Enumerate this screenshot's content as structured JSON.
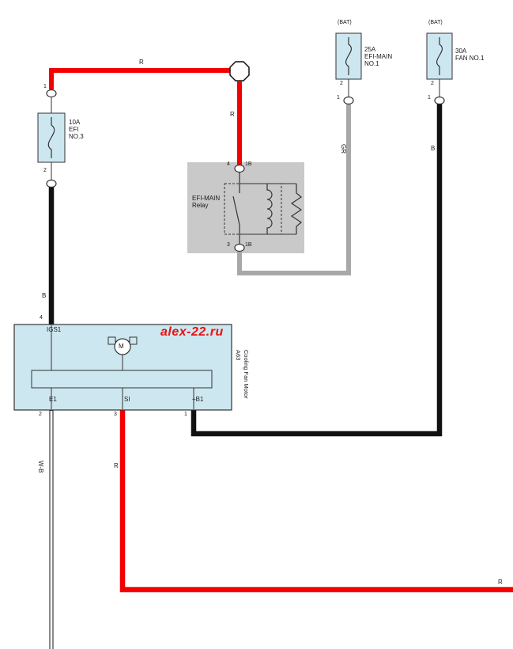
{
  "colors": {
    "wire_red": "#f30000",
    "wire_black": "#111111",
    "wire_gray": "#a8a8a8",
    "box_fill": "#cde7f0",
    "relay_fill": "#c9c9c9",
    "symbol_stroke": "#333333",
    "watermark_red": "#ee0f0f",
    "label": "#1a1a1a"
  },
  "watermark": {
    "text": "alex-22.ru"
  },
  "wires": {
    "top_red_label": "R",
    "relay_feed_label": "R",
    "efi3_out_label": "B",
    "relay_out_label": "GR",
    "fan_fuse_out_label": "B",
    "ground_label": "W-B",
    "si_label": "R",
    "bottom_label": "R"
  },
  "fuse_efi3": {
    "pin_top": "1",
    "lines": [
      "10A",
      "EFI",
      "NO.3"
    ],
    "pin_bottom": "2"
  },
  "fuse_efi_main": {
    "bat": "(BAT)",
    "lines": [
      "25A",
      "EFI-MAIN",
      "NO.1"
    ],
    "pin_top": "2",
    "pin_bottom": "1"
  },
  "fuse_fan": {
    "bat": "(BAT)",
    "lines": [
      "30A",
      "FAN NO.1"
    ],
    "pin_top": "2",
    "pin_bottom": "1"
  },
  "relay": {
    "name_lines": [
      "EFI-MAIN",
      "Relay"
    ],
    "pin_top_num": "4",
    "pin_top_id": "1B",
    "pin_bottom_num": "3",
    "pin_bottom_id": "1B"
  },
  "motor": {
    "pin_top": "4",
    "terminal_igs1": "IGS1",
    "motor_letter": "M",
    "terminal_e1": "E1",
    "terminal_si": "SI",
    "terminal_b1": "+B1",
    "pin_e1": "2",
    "pin_si": "3",
    "pin_b1": "1",
    "code": "A63",
    "name": "Cooling Fan Motor"
  }
}
